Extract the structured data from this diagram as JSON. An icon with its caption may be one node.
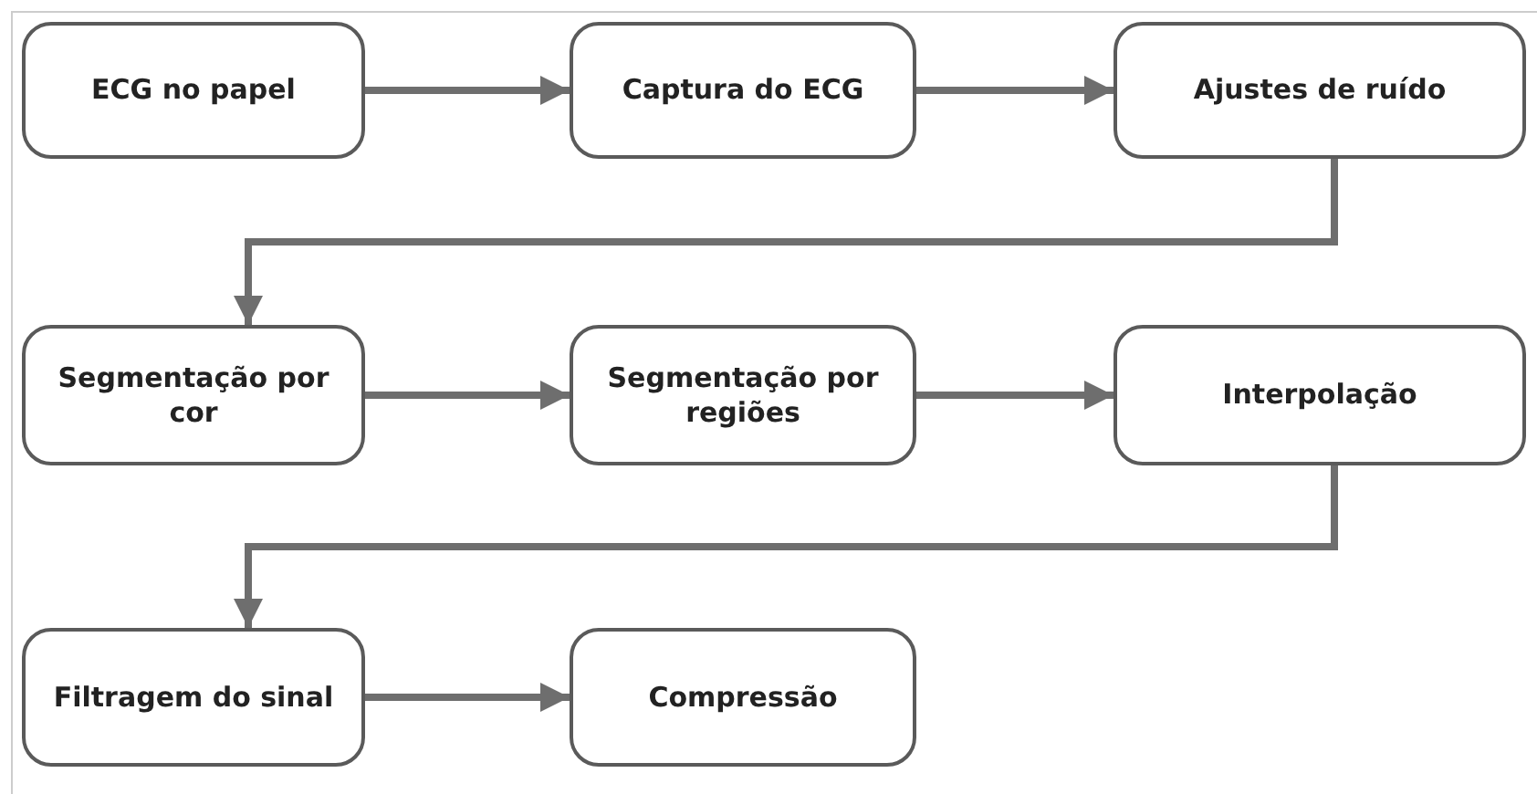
{
  "diagram": {
    "nodes": [
      {
        "text": [
          "ECG no papel"
        ]
      },
      {
        "text": [
          "Captura do ECG"
        ]
      },
      {
        "text": [
          "Ajustes de ruído"
        ]
      },
      {
        "text": [
          "Segmentação por cor"
        ]
      },
      {
        "text": [
          "Segmentação por regiões"
        ]
      },
      {
        "text": [
          "Interpolação"
        ]
      },
      {
        "text": [
          "Filtragem do sinal"
        ]
      },
      {
        "text": [
          "Compressão"
        ]
      }
    ],
    "edges": [
      {
        "from": 0,
        "to": 1,
        "arrow": "to"
      },
      {
        "from": 1,
        "to": 2,
        "arrow": "to"
      },
      {
        "from": 2,
        "to": 3,
        "arrow": "to"
      },
      {
        "from": 3,
        "to": 4,
        "arrow": "to"
      },
      {
        "from": 4,
        "to": 5,
        "arrow": "to"
      },
      {
        "from": 5,
        "to": 6,
        "arrow": "to"
      },
      {
        "from": 6,
        "to": 7,
        "arrow": "to"
      }
    ]
  }
}
